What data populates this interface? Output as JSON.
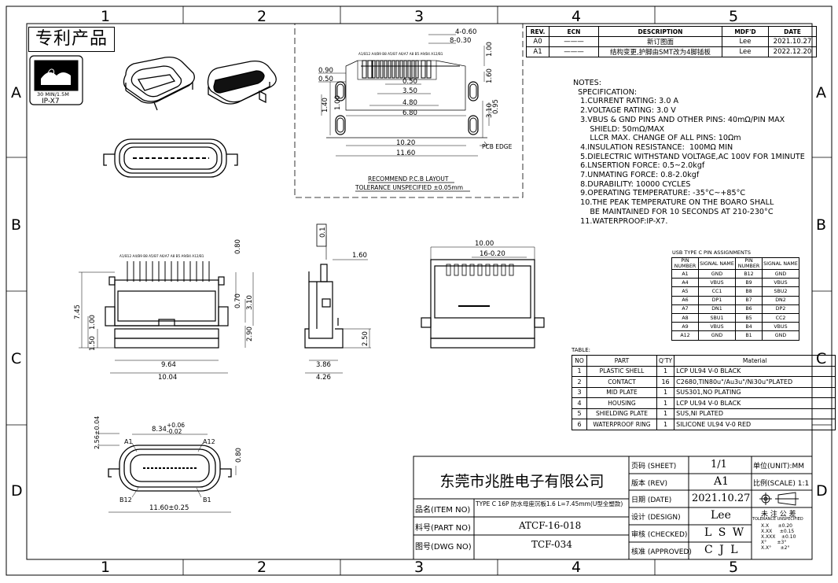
{
  "zones": {
    "columns": [
      "1",
      "2",
      "3",
      "4",
      "5"
    ],
    "rows": [
      "A",
      "B",
      "C",
      "D"
    ]
  },
  "patent_label": "专利产品",
  "badge": {
    "line1": "30 MIN/1.5M",
    "line2": "IP-X7"
  },
  "revision_table": {
    "headers": [
      "REV.",
      "ECN",
      "DESCRIPTION",
      "MDF'D",
      "DATE"
    ],
    "rows": [
      {
        "rev": "A0",
        "ecn": "———",
        "desc": "新订图面",
        "mdf": "Lee",
        "date": "2021.10.27"
      },
      {
        "rev": "A1",
        "ecn": "———",
        "desc": "结构变更,护脚由SMT改为4脚插板",
        "mdf": "Lee",
        "date": "2022.12.20"
      }
    ]
  },
  "notes": {
    "text": "NOTES:\n  SPECIFICATION:\n   1.CURRENT RATING: 3.0 A\n   2.VOLTAGE RATING: 3.0 V\n   3.VBUS & GND PINS AND OTHER PINS: 40mΩ/PIN MAX\n       SHIELD: 50mΩ/MAX\n       LLCR MAX. CHANGE OF ALL PINS: 10Ωm\n   4.INSULATION RESISTANCE:  100MΩ MIN\n   5.DIELECTRIC WITHSTAND VOLTAGE,AC 100V FOR 1MINUTE\n   6.LNSERTION FORCE: 0.5~2.0kgf\n   7.UNMATING FORCE: 0.8-2.0kgf\n   8.DURABILITY: 10000 CYCLES\n   9.OPERATING TEMPERATURE: -35°C~+85°C\n   10.THE PEAK TEMPERATURE ON THE BOARO SHALL\n       BE MAINTAINED FOR 10 SECONDS AT 210-230°C\n   11.WATERPROOF:IP-X7."
  },
  "pcb_layout": {
    "title": "RECOMMEND P.C.B LAYOUT",
    "tolerance": "TOLERANCE UNSPECIFIED ±0.05mm",
    "pcb_edge": "PCB EDGE",
    "pin_labels": "A1/B12 A4/B9 B8 A5/B7 A6/A7 A8 B5 A9/B4 A12/B1",
    "dims": {
      "d1": "4-0.60",
      "d2": "8-0.30",
      "d3": "0.90",
      "d4": "0.50",
      "d5": "1.00",
      "d6": "1.40",
      "d7": "1.00",
      "d8": "0.50",
      "d9": "3.50",
      "d10": "4.80",
      "d11": "6.80",
      "d12": "1.60",
      "d13": "3.10",
      "d14": "0.95",
      "d15": "10.20",
      "d16": "11.60"
    }
  },
  "front_view": {
    "pin_labels": "A1/B12 A4/B9 B8 A5/B7 A6/A7 A8 B5 A9/B4 A12/B1",
    "dims": {
      "d1": "0.80",
      "d2": "0.70",
      "d3": "3.10",
      "d4": "7.45",
      "d5": "1.00",
      "d6": "1.50",
      "d7": "2.90",
      "d8": "9.64",
      "d9": "10.04"
    }
  },
  "side_view": {
    "flatness": "0.1",
    "dims": {
      "d1": "1.60",
      "d2": "2.50",
      "d3": "3.86",
      "d4": "4.26"
    }
  },
  "bottom_view": {
    "dims": {
      "d1": "10.00",
      "d2": "16-0.20"
    }
  },
  "mating_view": {
    "dims": {
      "d1": "8.34",
      "d1_plus": "+0.06",
      "d1_minus": "-0.02",
      "d2": "2.56±0.04",
      "d3": "0.80",
      "d4": "11.60±0.25"
    },
    "labels": {
      "a1": "A1",
      "a12": "A12",
      "b12": "B12",
      "b1": "B1"
    }
  },
  "pin_assignments": {
    "title": "USB TYPE C PIN ASSIGNMENTS",
    "headers": [
      "PIN NUMBER",
      "SIGNAL NAME",
      "PIN NUMBER",
      "SIGNAL NAME"
    ],
    "rows": [
      [
        "A1",
        "GND",
        "B12",
        "GND"
      ],
      [
        "A4",
        "VBUS",
        "B9",
        "VBUS"
      ],
      [
        "A5",
        "CC1",
        "B8",
        "SBU2"
      ],
      [
        "A6",
        "DP1",
        "B7",
        "DN2"
      ],
      [
        "A7",
        "DN1",
        "B6",
        "DP2"
      ],
      [
        "A8",
        "SBU1",
        "B5",
        "CC2"
      ],
      [
        "A9",
        "VBUS",
        "B4",
        "VBUS"
      ],
      [
        "A12",
        "GND",
        "B1",
        "GND"
      ]
    ]
  },
  "bom": {
    "title": "TABLE:",
    "headers": [
      "NO",
      "PART",
      "Q'TY",
      "Material"
    ],
    "rows": [
      [
        "1",
        "PLASTIC SHELL",
        "1",
        "LCP  UL94  V-0  BLACK"
      ],
      [
        "2",
        "CONTACT",
        "16",
        "C2680,TIN80u\"/Au3u\"/Ni30u\"PLATED"
      ],
      [
        "3",
        "MID PLATE",
        "1",
        "SUS301,NO  PLATING"
      ],
      [
        "4",
        "HOUSING",
        "1",
        "LCP  UL94  V-0  BLACK"
      ],
      [
        "5",
        "SHIELDING PLATE",
        "1",
        "SUS,NI  PLATED"
      ],
      [
        "6",
        "WATERPROOF RING",
        "1",
        "SILICONE  UL94  V-0  RED"
      ]
    ]
  },
  "title_block": {
    "company": "东莞市兆胜电子有限公司",
    "sheet_label": "页码 (SHEET)",
    "sheet_value": "1/1",
    "unit_label": "单位(UNIT):MM",
    "rev_label": "版本 (REV)",
    "rev_value": "A1",
    "scale_label": "比例(SCALE) 1:1",
    "date_label": "日期 (DATE)",
    "date_value": "2021.10.27",
    "item_label": "品名(ITEM NO)",
    "item_value": "TYPE C 16P 防水母座沉板1.6 L=7.45mm(U型全塑款)",
    "part_label": "料号(PART NO)",
    "part_value": "ATCF-16-018",
    "dwg_label": "图号(DWG NO)",
    "dwg_value": "TCF-034",
    "design_label": "设计 (DESIGN)",
    "design_value": "Lee",
    "checked_label": "审核 (CHECKED)",
    "checked_value": "L S W",
    "approved_label": "核准 (APPROVED)",
    "approved_value": "C J L",
    "tol_title": "未 注 公 差",
    "tol_sub": "TOLERANCE UNSPECIFIED",
    "tol_rows": [
      [
        "X.X",
        "±0.20"
      ],
      [
        "X.XX",
        "±0.15"
      ],
      [
        "X.XXX",
        "±0.10"
      ],
      [
        "X°",
        "±3°"
      ],
      [
        "X.X°",
        "±2°"
      ]
    ]
  }
}
